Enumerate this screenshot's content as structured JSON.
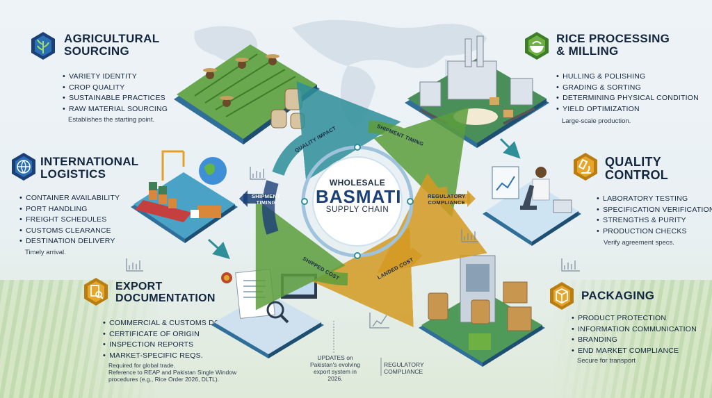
{
  "center": {
    "line1": "WHOLESALE",
    "line2": "BASMATI",
    "line3": "SUPPLY CHAIN"
  },
  "flows": {
    "quality_impact": "QUALITY IMPACT",
    "shipment_timing_top": "SHIPMENT TIMING",
    "shipment_timing_left_1": "SHIPMENT",
    "shipment_timing_left_2": "TIMING",
    "regulatory_compliance_1": "REGULATORY",
    "regulatory_compliance_2": "COMPLIANCE",
    "shipped_cost": "SHIPPED COST",
    "landed_cost": "LANDED COST"
  },
  "sections": {
    "sourcing": {
      "title_1": "AGRICULTURAL",
      "title_2": "SOURCING",
      "items": [
        "VARIETY IDENTITY",
        "CROP QUALITY",
        "SUSTAINABLE PRACTICES",
        "RAW MATERIAL SOURCING"
      ],
      "note": "Establishes the starting point."
    },
    "processing": {
      "title_1": "RICE PROCESSING",
      "title_2": "& MILLING",
      "items": [
        "HULLING & POLISHING",
        "GRADING & SORTING",
        "DETERMINING PHYSICAL CONDITION",
        "YIELD OPTIMIZATION"
      ],
      "note": "Large-scale production."
    },
    "logistics": {
      "title_1": "INTERNATIONAL",
      "title_2": "LOGISTICS",
      "items": [
        "CONTAINER AVAILABILITY",
        "PORT HANDLING",
        "FREIGHT SCHEDULES",
        "CUSTOMS CLEARANCE",
        "DESTINATION DELIVERY"
      ],
      "note": "Timely arrival."
    },
    "quality": {
      "title_1": "QUALITY",
      "title_2": "CONTROL",
      "items": [
        "LABORATORY TESTING",
        "SPECIFICATION VERIFICATION",
        "STRENGTHS & PURITY",
        "PRODUCTION CHECKS"
      ],
      "note": "Verify agreement specs."
    },
    "documentation": {
      "title_1": "EXPORT",
      "title_2": "DOCUMENTATION",
      "items": [
        "COMMERCIAL & CUSTOMS DOCS",
        "CERTIFICATE OF ORIGIN",
        "INSPECTION REPORTS",
        "MARKET-SPECIFIC REQS."
      ],
      "note_1": "Required for global trade.",
      "note_2": "Reference to REAP and Pakistan Single Window",
      "note_3": "procedures (e.g., Rice Order 2026, DLTL)."
    },
    "packaging": {
      "title_1": "PACKAGING",
      "items": [
        "PRODUCT PROTECTION",
        "INFORMATION COMMUNICATION",
        "BRANDING",
        "END MARKET COMPLIANCE"
      ],
      "note": "Secure for transport"
    }
  },
  "callouts": {
    "updates_1": "UPDATES on",
    "updates_2": "Pakistan's evolving",
    "updates_3": "export system in",
    "updates_4": "2026.",
    "regulatory_1": "REGULATORY",
    "regulatory_2": "COMPLIANCE"
  },
  "colors": {
    "navy": "#1b3f77",
    "green": "#5c9e3c",
    "gold": "#d49a22",
    "teal": "#2e8f99",
    "blue": "#2b6fb5"
  },
  "icons": {
    "sourcing": "rice-plant-icon",
    "processing": "rice-bowl-icon",
    "logistics": "globe-icon",
    "quality": "microscope-icon",
    "documentation": "document-search-icon",
    "packaging": "box-icon"
  }
}
